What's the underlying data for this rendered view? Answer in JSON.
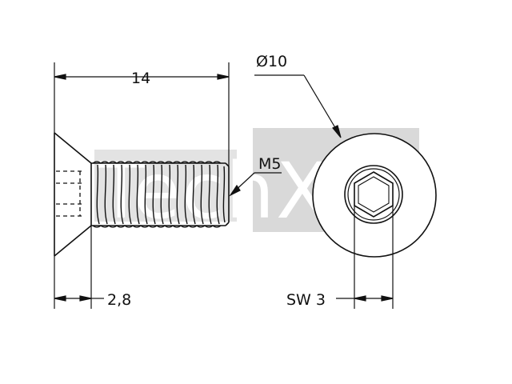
{
  "drawing": {
    "dimensions": {
      "length": "14",
      "head_diameter": "Ø10",
      "thread": "M5",
      "head_height": "2,8",
      "wrench_size": "SW 3"
    },
    "watermark": {
      "text": "TechXXL"
    },
    "colors": {
      "line": "#111111",
      "watermark_bg": "#d9d9d9",
      "background": "#ffffff"
    }
  }
}
